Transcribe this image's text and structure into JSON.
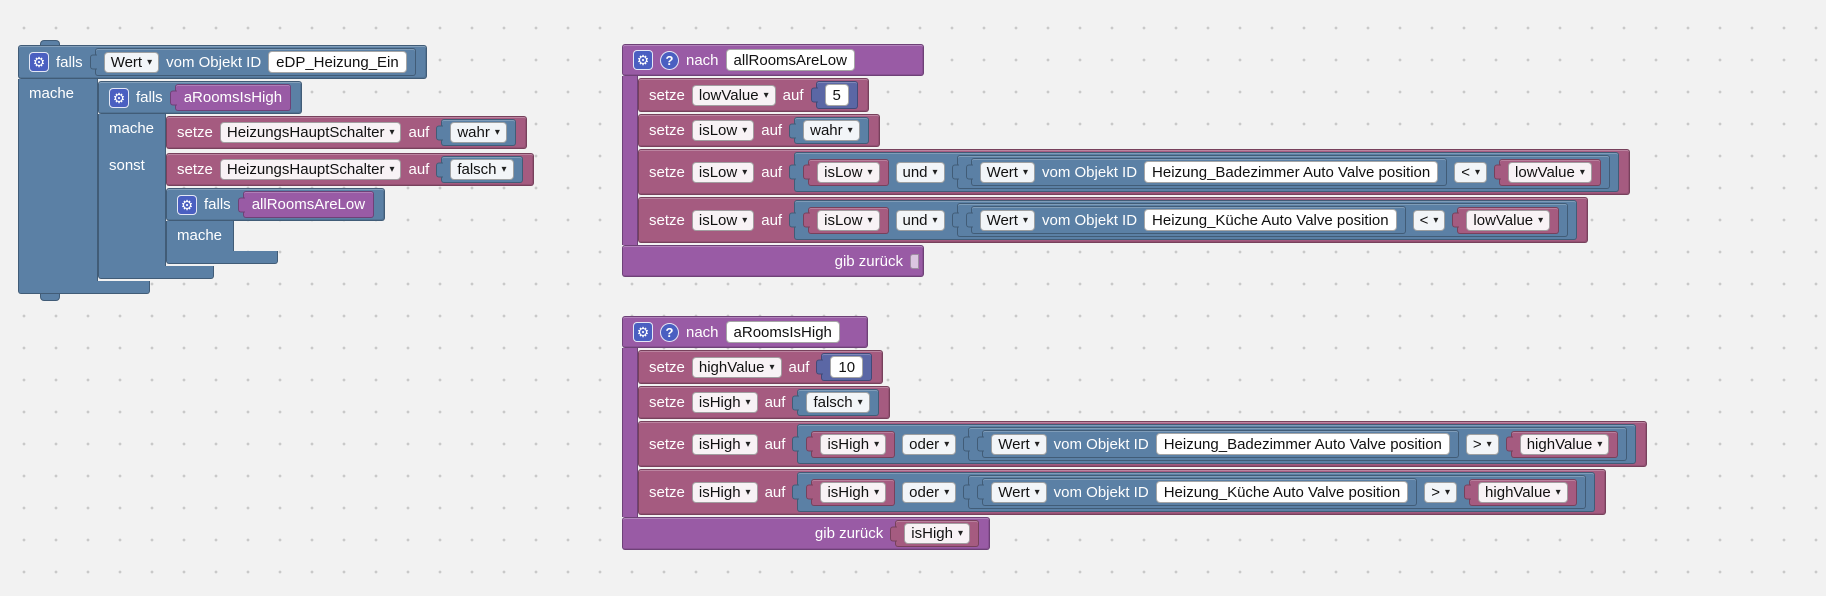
{
  "workspace": {
    "background": "#f2f2f2",
    "dot_color": "#c9c9c9"
  },
  "colors": {
    "logic_blue": "#5b80a5",
    "variables_magenta": "#a55b80",
    "procedures_purple": "#995ba5",
    "math_blue": "#5b67a5",
    "icon_blue": "#4a5fc1"
  },
  "icons": {
    "gear": "⚙",
    "question": "?"
  },
  "labels": {
    "if": "falls",
    "do": "mache",
    "else": "sonst",
    "set": "setze",
    "to": "auf",
    "func_prefix": "nach",
    "return": "gib zurück",
    "value": "Wert",
    "from_object_id": "vom Objekt ID"
  },
  "main_if": {
    "object_id": "eDP_Heizung_Ein",
    "inner_if": {
      "call_condition": "aRoomsIsHigh",
      "then_set": {
        "variable": "HeizungsHauptSchalter",
        "value": "wahr"
      },
      "else_set": {
        "variable": "HeizungsHauptSchalter",
        "value": "falsch"
      },
      "nested_if": {
        "call_condition": "allRoomsAreLow"
      }
    }
  },
  "func_low": {
    "name": "allRoomsAreLow",
    "init": {
      "variable": "lowValue",
      "value": "5"
    },
    "reset": {
      "variable": "isLow",
      "value": "wahr"
    },
    "checks": [
      {
        "variable": "isLow",
        "left": "isLow",
        "op_word": "und",
        "object_id": "Heizung_Badezimmer Auto Valve position",
        "comparator": "<",
        "right": "lowValue"
      },
      {
        "variable": "isLow",
        "left": "isLow",
        "op_word": "und",
        "object_id": "Heizung_Küche Auto Valve position",
        "comparator": "<",
        "right": "lowValue"
      }
    ]
  },
  "func_high": {
    "name": "aRoomsIsHigh",
    "init": {
      "variable": "highValue",
      "value": "10"
    },
    "reset": {
      "variable": "isHigh",
      "value": "falsch"
    },
    "checks": [
      {
        "variable": "isHigh",
        "left": "isHigh",
        "op_word": "oder",
        "object_id": "Heizung_Badezimmer Auto Valve position",
        "comparator": ">",
        "right": "highValue"
      },
      {
        "variable": "isHigh",
        "left": "isHigh",
        "op_word": "oder",
        "object_id": "Heizung_Küche Auto Valve position",
        "comparator": ">",
        "right": "highValue"
      }
    ],
    "return_value": "isHigh"
  }
}
